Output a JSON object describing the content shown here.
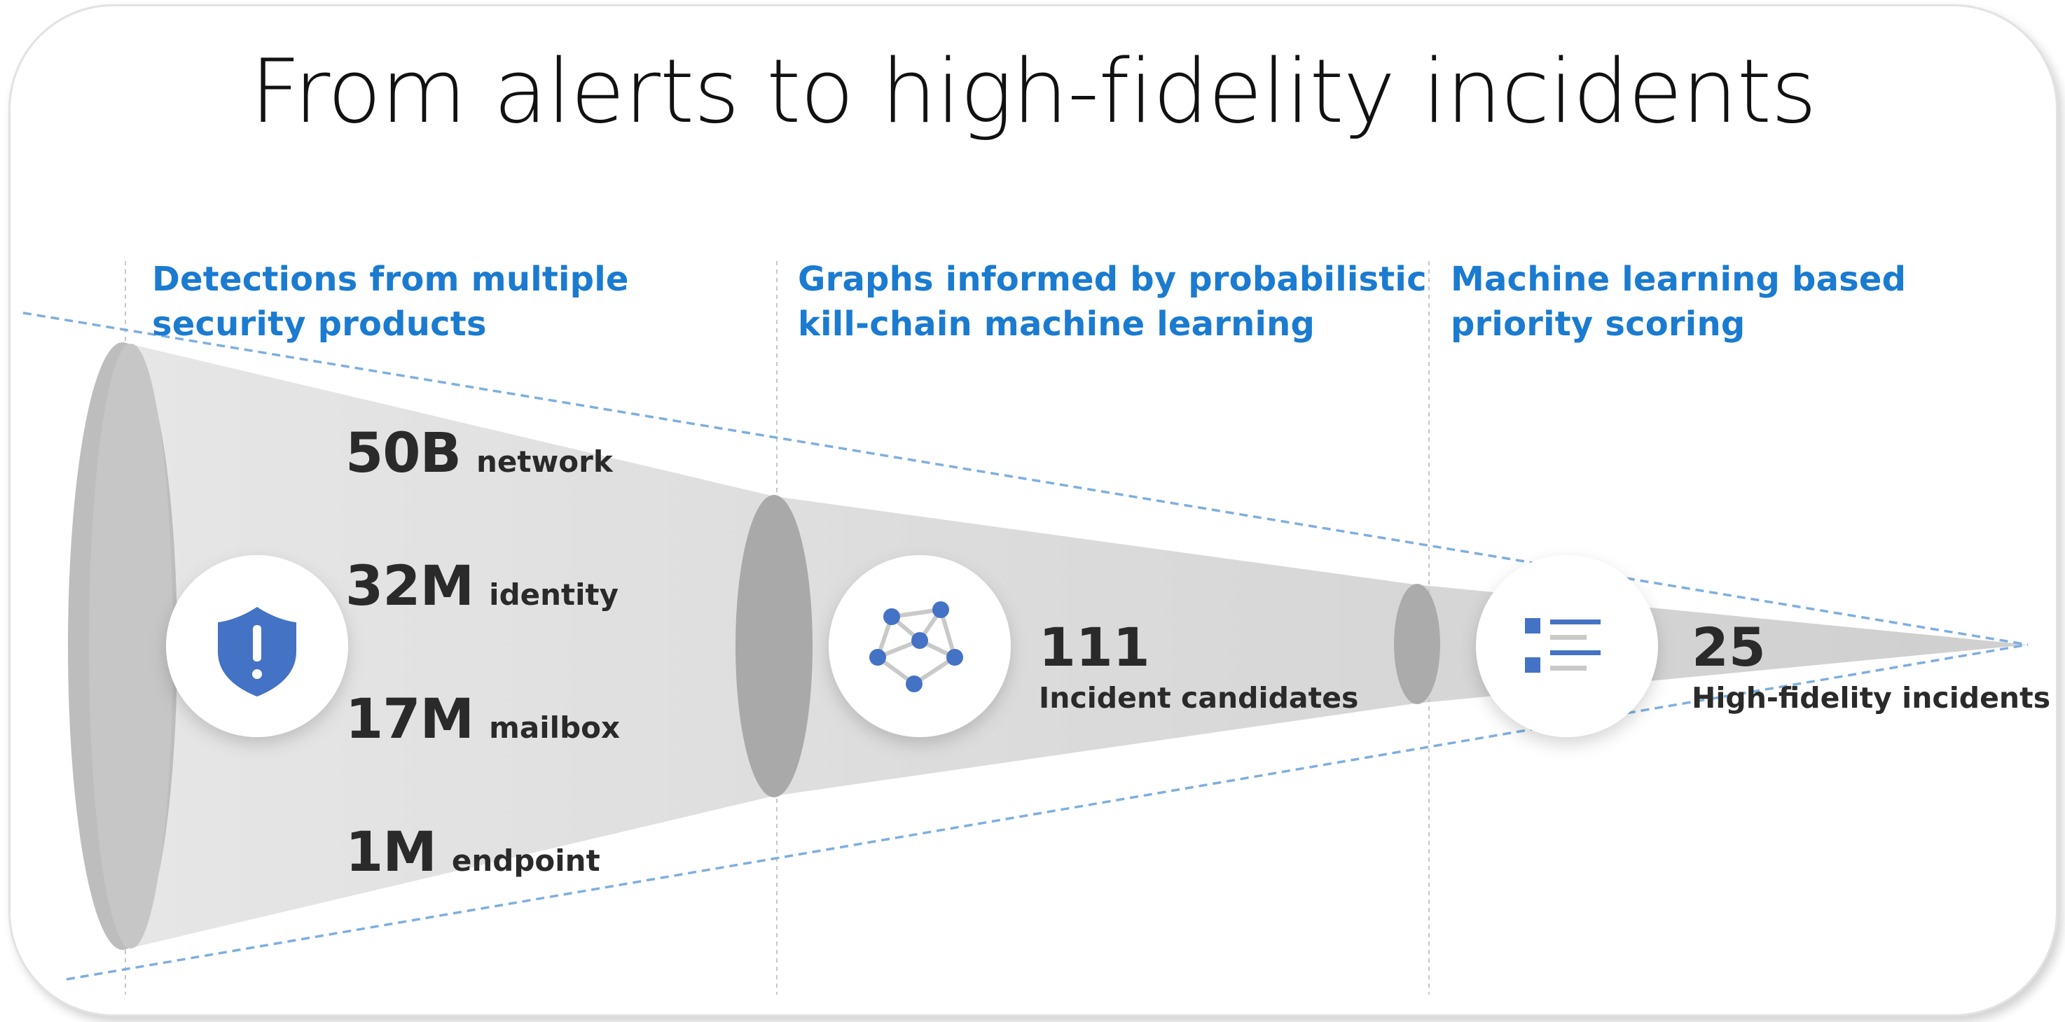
{
  "title": "From alerts to high-fidelity incidents",
  "colors": {
    "accent_text": "#1a7bd0",
    "icon_blue": "#4472c4",
    "funnel_fill": "#d9d9d9",
    "funnel_edge": "#7eaee0"
  },
  "stages": [
    {
      "heading_line1": "Detections from multiple",
      "heading_line2": "security products",
      "icon": "shield-alert-icon"
    },
    {
      "heading_line1": "Graphs informed by probabilistic",
      "heading_line2": "kill-chain machine learning",
      "icon": "graph-network-icon"
    },
    {
      "heading_line1": "Machine learning based",
      "heading_line2": "priority scoring",
      "icon": "priority-list-icon"
    }
  ],
  "detections": [
    {
      "value": "50B",
      "label": "network"
    },
    {
      "value": "32M",
      "label": "identity"
    },
    {
      "value": "17M",
      "label": "mailbox"
    },
    {
      "value": "1M",
      "label": "endpoint"
    }
  ],
  "candidates": {
    "value": "111",
    "label": "Incident candidates"
  },
  "incidents": {
    "value": "25",
    "label": "High-fidelity incidents"
  }
}
